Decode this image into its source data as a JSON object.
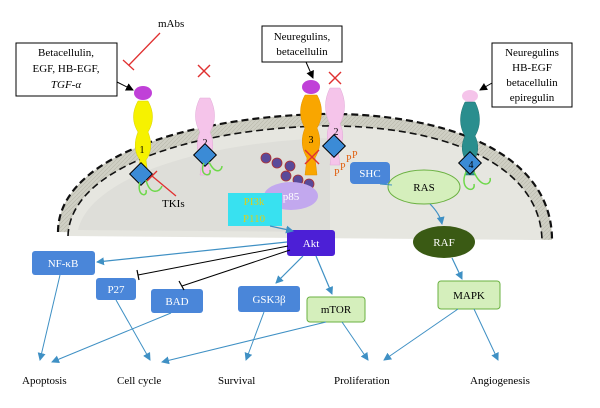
{
  "ligand_boxes": {
    "box1": [
      "Betacellulin,",
      "EGF, HB-EGF,",
      "TGF-α"
    ],
    "box2": [
      "Neuregulins,",
      "betacellulin"
    ],
    "box3": [
      "Neuregulins",
      "HB-EGF",
      "betacellulin",
      "epiregulin"
    ]
  },
  "labels": {
    "mabs": "mAbs",
    "tkis": "TKIs"
  },
  "receptors": {
    "r1": "1",
    "r2": "2",
    "r3": "3",
    "r3b": "2",
    "r4": "4"
  },
  "phospho": {
    "p1": "P",
    "p2": "P",
    "p3": "P",
    "p4": "P"
  },
  "nodes": {
    "p85": "p85",
    "pi3k": "PI3k",
    "p110": "P110",
    "shc": "SHC",
    "ras": "RAS",
    "raf": "RAF",
    "akt": "Akt",
    "nfkb": "NF-κB",
    "p27": "P27",
    "bad": "BAD",
    "gsk3b": "GSK3β",
    "mtor": "mTOR",
    "mapk": "MAPK"
  },
  "outcomes": {
    "apoptosis": "Apoptosis",
    "cell_cycle": "Cell cycle",
    "survival": "Survival",
    "proliferation": "Proliferation",
    "angiogenesis": "Angiogenesis"
  },
  "colors": {
    "blue_node": "#4a86d9",
    "akt": "#4c1fd6",
    "raf": "#3a5a14",
    "light_green": "#d5efbc",
    "arrow": "#3f90c4",
    "inhibit": "#e03030",
    "cyan": "#38e1f0"
  }
}
